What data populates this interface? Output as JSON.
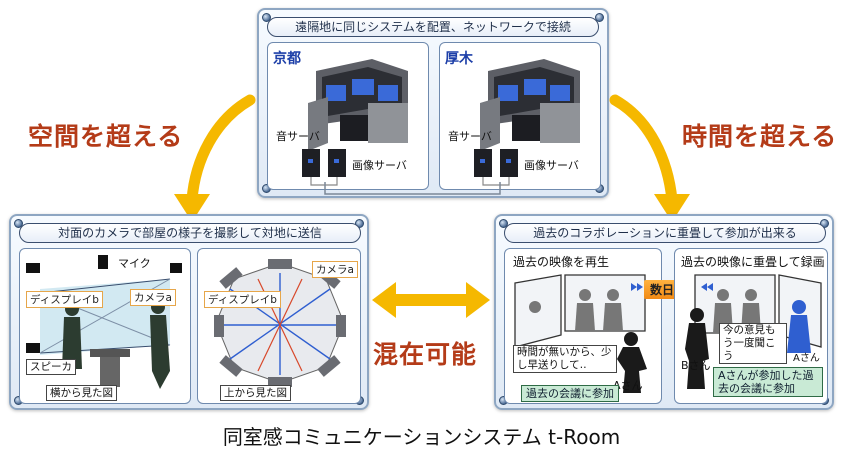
{
  "top_panel": {
    "banner": "遠隔地に同じシステムを配置、ネットワークで接続",
    "left": {
      "city": "京都",
      "sound_server": "音サーバ",
      "image_server": "画像サーバ"
    },
    "right": {
      "city": "厚木",
      "sound_server": "音サーバ",
      "image_server": "画像サーバ"
    }
  },
  "labels": {
    "space": "空間を超える",
    "time": "時間を超える",
    "mix": "混在可能"
  },
  "left_panel": {
    "banner": "対面のカメラで部屋の様子を撮影して対地に送信",
    "mic": "マイク",
    "display": "ディスプレイb",
    "camera": "カメラa",
    "speaker": "スピーカ",
    "side_view": "横から見た図",
    "display2": "ディスプレイb",
    "camera2": "カメラa",
    "top_view": "上から見た図"
  },
  "right_panel": {
    "banner": "過去のコラボレーションに重畳して参加が出来る",
    "play_past": "過去の映像を再生",
    "days_later": "数日後",
    "overlay_record": "過去の映像に重畳して録画",
    "speech_left": "時間が無いから、少し早送りして‥",
    "person_a1": "Aさん",
    "join_past": "過去の会議に参加",
    "person_b": "Bさん",
    "speech_right": "今の意見もう一度聞こう",
    "person_a2": "Aさん",
    "a_joined": "Aさんが参加した過去の会議に参加"
  },
  "caption": "同室感コミュニケーションシステム t-Room"
}
